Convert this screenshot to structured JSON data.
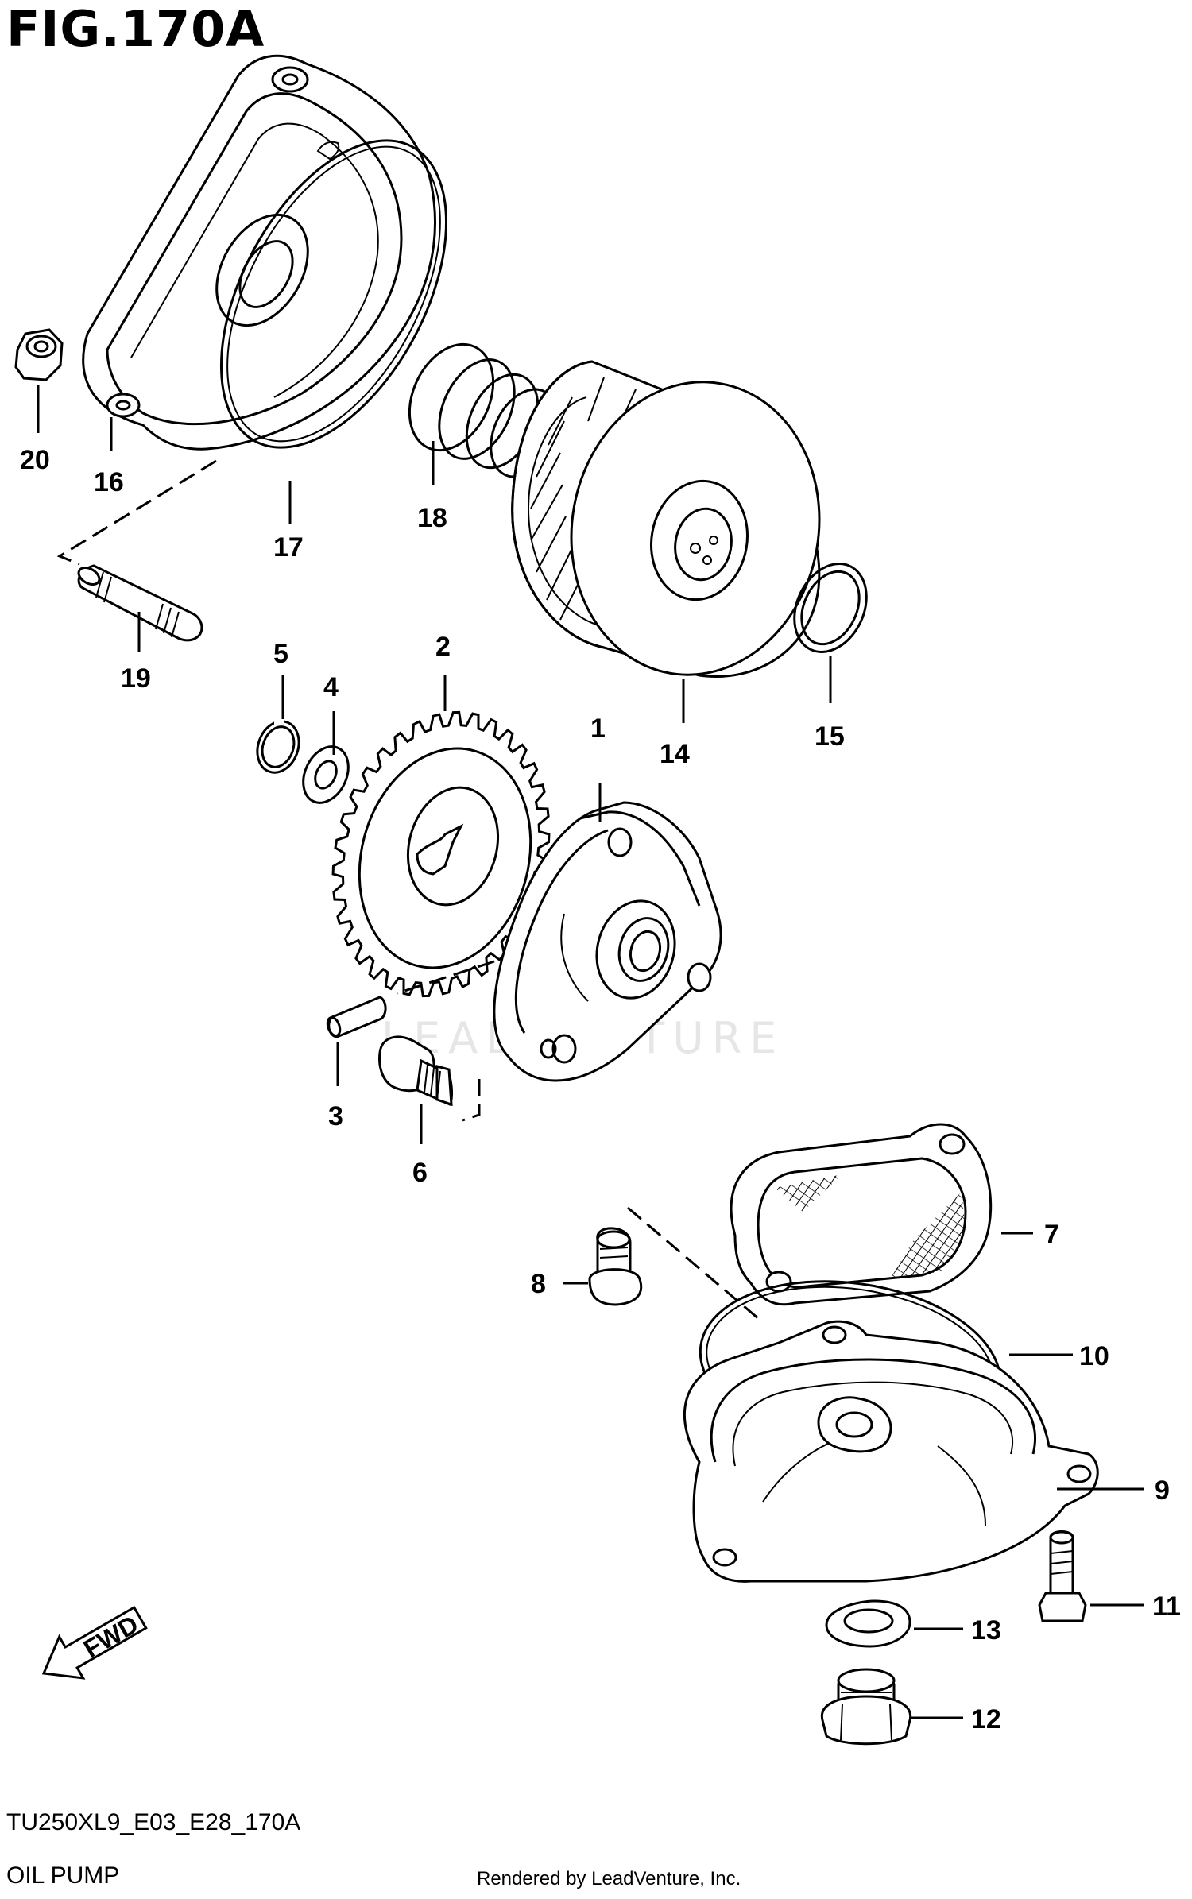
{
  "figure": {
    "title": "FIG.170A",
    "code": "TU250XL9_E03_E28_170A",
    "name": "OIL PUMP",
    "rendered_by": "Rendered by LeadVenture, Inc.",
    "watermark": "LEADVENTURE",
    "fwd_label": "FWD"
  },
  "callouts": [
    {
      "id": "1",
      "label": "1"
    },
    {
      "id": "2",
      "label": "2"
    },
    {
      "id": "3",
      "label": "3"
    },
    {
      "id": "4",
      "label": "4"
    },
    {
      "id": "5",
      "label": "5"
    },
    {
      "id": "6",
      "label": "6"
    },
    {
      "id": "7",
      "label": "7"
    },
    {
      "id": "8",
      "label": "8"
    },
    {
      "id": "9",
      "label": "9"
    },
    {
      "id": "10",
      "label": "10"
    },
    {
      "id": "11",
      "label": "11"
    },
    {
      "id": "12",
      "label": "12"
    },
    {
      "id": "13",
      "label": "13"
    },
    {
      "id": "14",
      "label": "14"
    },
    {
      "id": "15",
      "label": "15"
    },
    {
      "id": "16",
      "label": "16"
    },
    {
      "id": "17",
      "label": "17"
    },
    {
      "id": "18",
      "label": "18"
    },
    {
      "id": "19",
      "label": "19"
    },
    {
      "id": "20",
      "label": "20"
    }
  ]
}
